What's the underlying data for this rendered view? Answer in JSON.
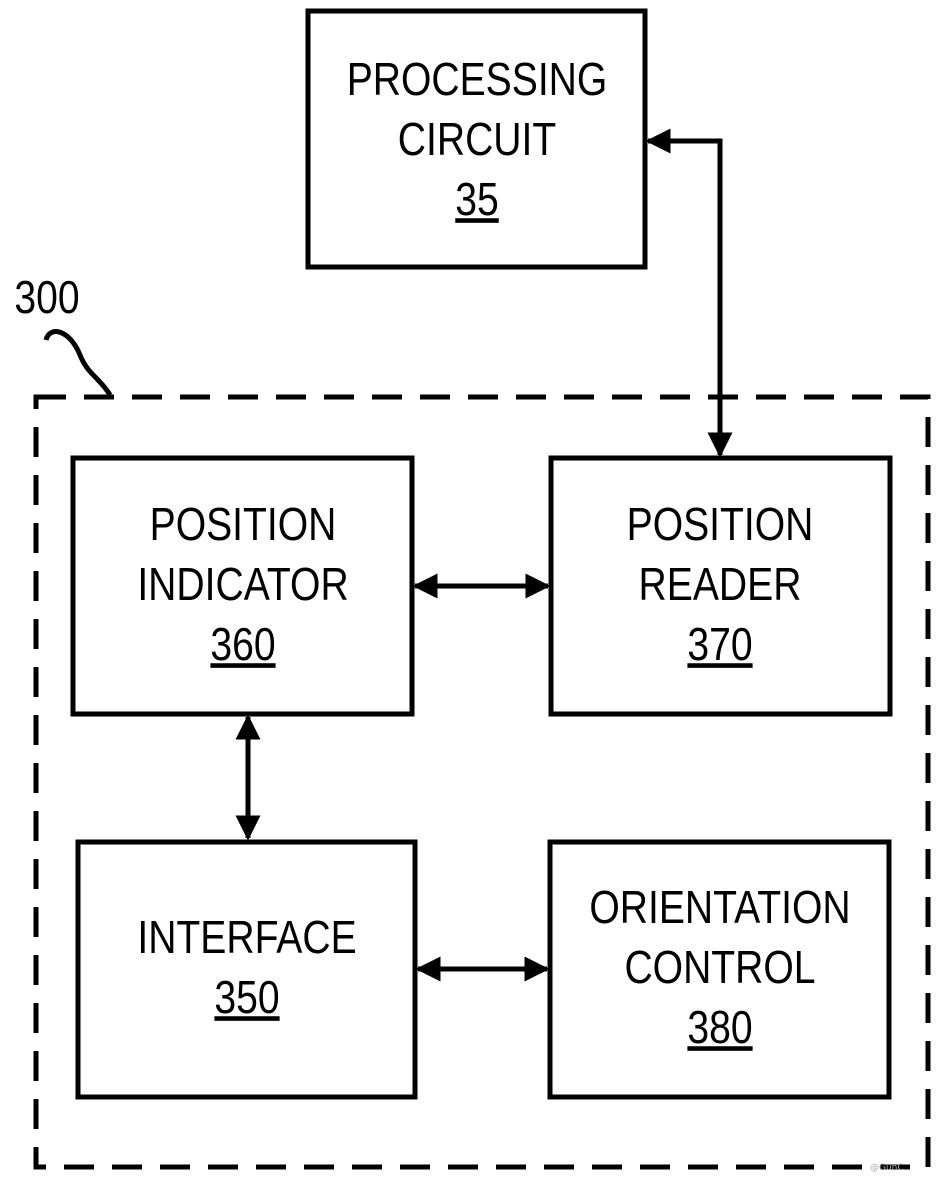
{
  "figure_label": "300",
  "blocks": {
    "processing": {
      "line1": "PROCESSING",
      "line2": "CIRCUIT",
      "ref": "35"
    },
    "position_indicator": {
      "line1": "POSITION",
      "line2": "INDICATOR",
      "ref": "360"
    },
    "position_reader": {
      "line1": "POSITION",
      "line2": "READER",
      "ref": "370"
    },
    "interface": {
      "line1": "INTERFACE",
      "ref": "350"
    },
    "orientation_control": {
      "line1": "ORIENTATION",
      "line2": "CONTROL",
      "ref": "380"
    }
  },
  "watermark": "@GunC"
}
